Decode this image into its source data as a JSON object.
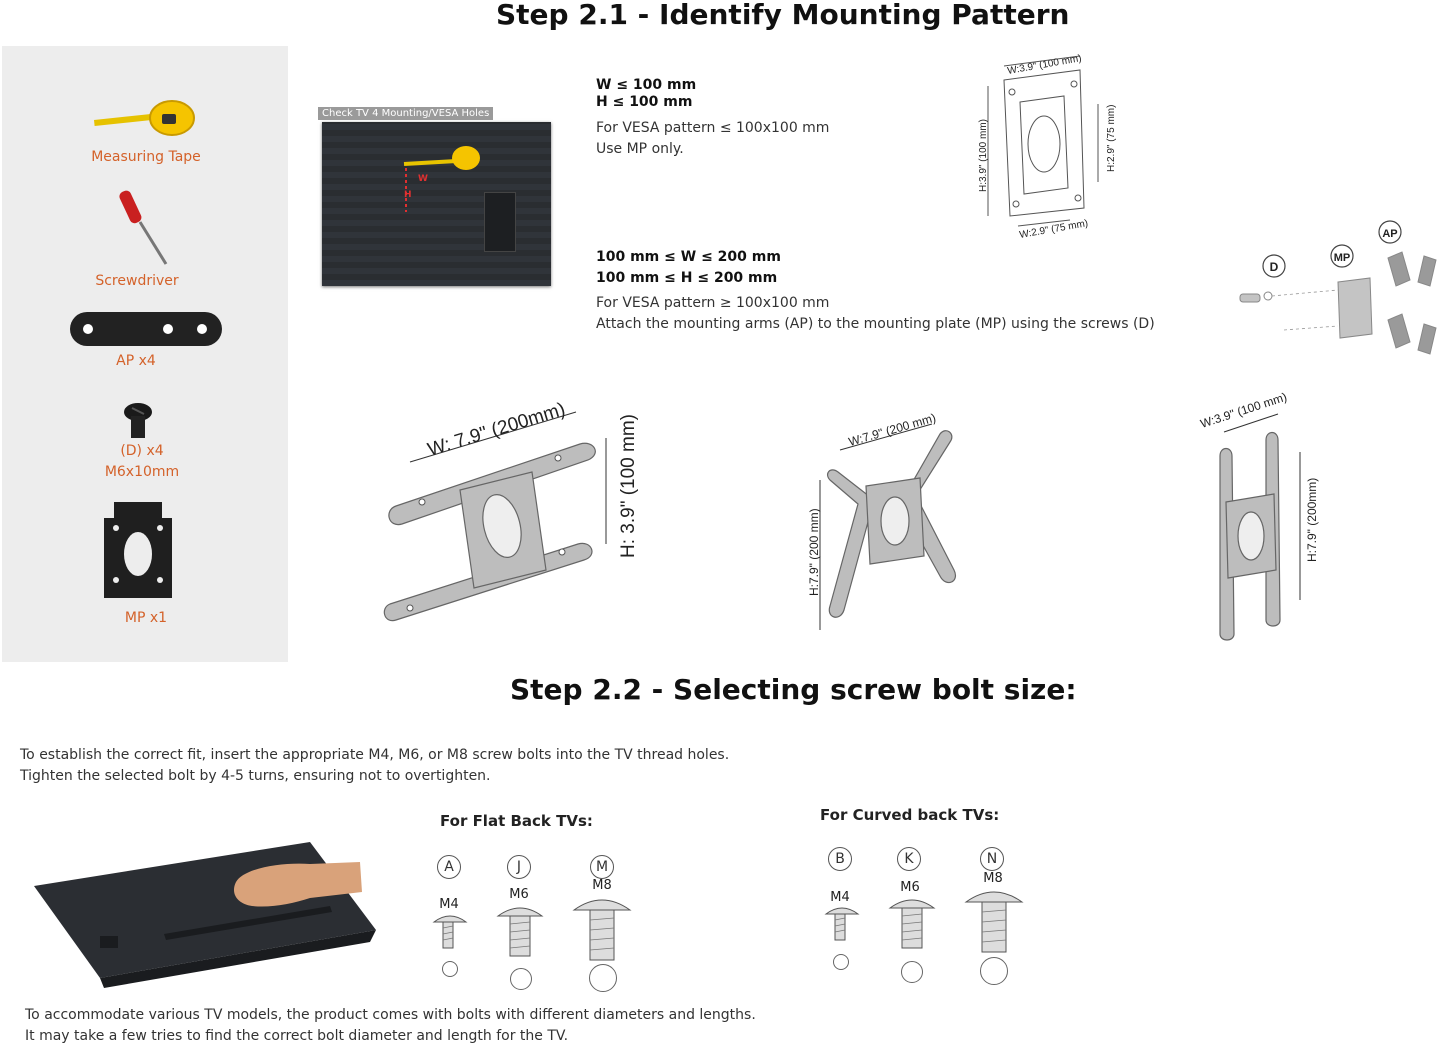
{
  "step1": {
    "title": "Step 2.1 - Identify Mounting Pattern",
    "parts": [
      {
        "label": "Measuring Tape",
        "icon": "measuring-tape-icon"
      },
      {
        "label": "Screwdriver",
        "icon": "screwdriver-icon"
      },
      {
        "label": "AP x4",
        "icon": "arm-plate-icon"
      },
      {
        "label": "(D) x4",
        "label2": "M6x10mm",
        "icon": "screw-icon"
      },
      {
        "label": "MP x1",
        "icon": "mounting-plate-icon"
      }
    ],
    "tv_photo_caption": "Check TV 4 Mounting/VESA Holes",
    "tv_photo_marks": {
      "w": "W",
      "h": "H"
    },
    "spec_small": {
      "w_rule": "W ≤ 100 mm",
      "h_rule": "H ≤ 100 mm",
      "line1": "For VESA pattern ≤ 100x100 mm",
      "line2": "Use MP only."
    },
    "spec_large": {
      "w_rule": "100 mm ≤ W ≤ 200 mm",
      "h_rule": "100 mm ≤ H ≤ 200 mm",
      "line1": "For VESA pattern ≥ 100x100 mm",
      "line2": "Attach the mounting arms (AP) to the mounting plate (MP) using the screws (D)"
    },
    "small_plate_dims": {
      "top": "W:3.9\" (100 mm)",
      "bottom": "W:2.9\" (75 mm)",
      "left": "H:3.9\" (100 mm)",
      "right": "H:2.9\" (75 mm)"
    },
    "exploded_labels": {
      "d": "D",
      "mp": "MP",
      "ap": "AP"
    },
    "config1": {
      "w": "W: 7.9\" (200mm)",
      "h": "H: 3.9\" (100 mm)"
    },
    "config2": {
      "w": "W:7.9\" (200 mm)",
      "h": "H:7.9\" (200 mm)"
    },
    "config3": {
      "w": "W:3.9\" (100 mm)",
      "h": "H:7.9\" (200mm)"
    }
  },
  "step2": {
    "title": "Step 2.2 - Selecting screw bolt size:",
    "intro1": "To establish the correct fit, insert the appropriate M4, M6, or M8 screw bolts into the TV thread holes.",
    "intro2": "Tighten the selected bolt by 4-5 turns, ensuring not to overtighten.",
    "flat_heading": "For Flat Back TVs:",
    "curved_heading": "For Curved back TVs:",
    "flat_bolts": [
      {
        "letter": "A",
        "size": "M4"
      },
      {
        "letter": "J",
        "size": "M6"
      },
      {
        "letter": "M",
        "size": "M8"
      }
    ],
    "curved_bolts": [
      {
        "letter": "B",
        "size": "M4"
      },
      {
        "letter": "K",
        "size": "M6"
      },
      {
        "letter": "N",
        "size": "M8"
      }
    ],
    "footer1": "To accommodate various TV models, the product comes with bolts with different diameters and lengths.",
    "footer2": "It may take a few tries to find the correct bolt diameter and length for the TV."
  },
  "colors": {
    "accent": "#d4622a",
    "sidebar": "#ededed",
    "metal": "#b9b9b9"
  }
}
